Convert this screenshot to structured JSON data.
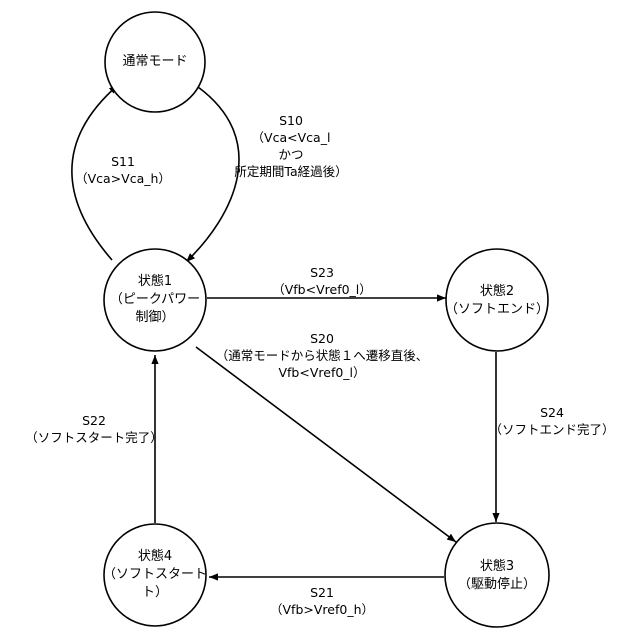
{
  "states": {
    "normal": {
      "lines": [
        "通常モード"
      ]
    },
    "s1": {
      "lines": [
        "状態1",
        "（ピークパワー",
        "制御）"
      ]
    },
    "s2": {
      "lines": [
        "状態2",
        "（ソフトエンド）"
      ]
    },
    "s3": {
      "lines": [
        "状態3",
        "（駆動停止）"
      ]
    },
    "s4": {
      "lines": [
        "状態4",
        "（ソフトスタート",
        "ト）"
      ]
    }
  },
  "transitions": {
    "s10": {
      "lines": [
        "S10",
        "（Vca<Vca_l",
        "かつ",
        "所定期間Ta経過後）"
      ]
    },
    "s11": {
      "lines": [
        "S11",
        "（Vca>Vca_h）"
      ]
    },
    "s23": {
      "lines": [
        "S23",
        "（Vfb<Vref0_l）"
      ]
    },
    "s20": {
      "lines": [
        "S20",
        "（通常モードから状態１へ遷移直後、",
        "Vfb<Vref0_l）"
      ]
    },
    "s24": {
      "lines": [
        "S24",
        "（ソフトエンド完了）"
      ]
    },
    "s22": {
      "lines": [
        "S22",
        "（ソフトスタート完了）"
      ]
    },
    "s21": {
      "lines": [
        "S21",
        "（Vfb>Vref0_h）"
      ]
    }
  }
}
